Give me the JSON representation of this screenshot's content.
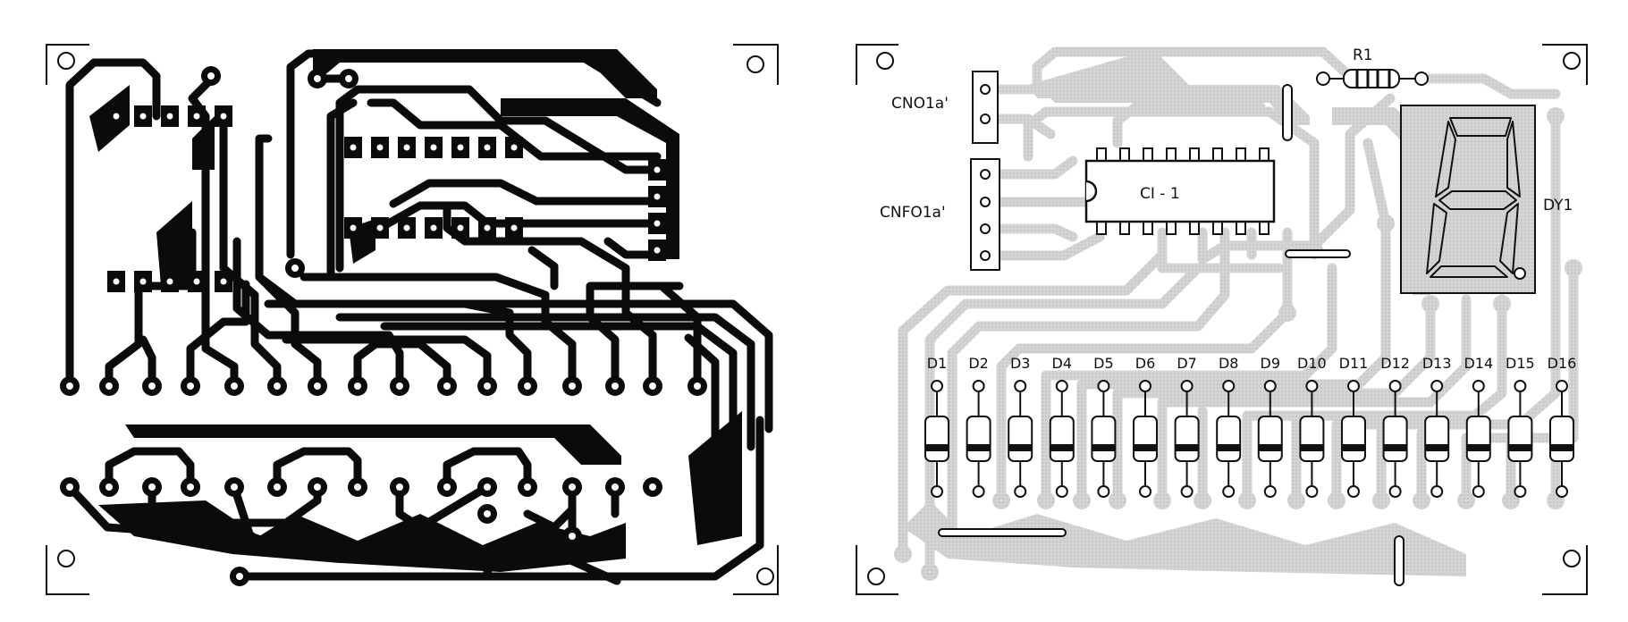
{
  "labels": {
    "connector_1": "CNO1a'",
    "connector_2": "CNFO1a'",
    "ic": "CI - 1",
    "resistor": "R1",
    "display": "DY1"
  },
  "diodes": [
    "D1",
    "D2",
    "D3",
    "D4",
    "D5",
    "D6",
    "D7",
    "D8",
    "D9",
    "D10",
    "D11",
    "D12",
    "D13",
    "D14",
    "D15",
    "D16"
  ],
  "colors": {
    "copper": "#0b0b0b",
    "silk_trace": "#c8c8c8",
    "ink": "#111111",
    "paper": "#ffffff"
  }
}
